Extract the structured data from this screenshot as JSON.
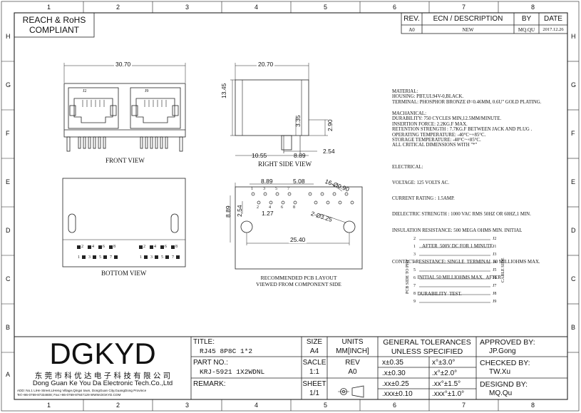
{
  "frame": {
    "columns": [
      "1",
      "2",
      "3",
      "4",
      "5",
      "6",
      "7",
      "8"
    ],
    "rows": [
      "H",
      "G",
      "F",
      "E",
      "D",
      "C",
      "B",
      "A"
    ]
  },
  "reach_box": {
    "line1": "REACH & RoHS",
    "line2": "COMPLIANT"
  },
  "revision": {
    "headers": [
      "REV.",
      "ECN / DESCRIPTION",
      "BY",
      "DATE"
    ],
    "row": [
      "A0",
      "NEW",
      "MQ.QU",
      "2017.12.26"
    ]
  },
  "views": {
    "front": {
      "label": "FRONT VIEW",
      "width_dim": "30.70",
      "port_labels": [
        "J2",
        "J9"
      ]
    },
    "side": {
      "label": "RIGHT SIDE VIEW",
      "dims": [
        "20.70",
        "13.45",
        "3.35",
        "2.90",
        "10.55",
        "8.89",
        "2.54"
      ]
    },
    "bottom": {
      "label": "BOTTOM VIEW",
      "pins_top": [
        "2",
        "4",
        "6",
        "8",
        "2",
        "4",
        "6",
        "8"
      ],
      "pins_bot": [
        "1",
        "3",
        "5",
        "7",
        "1",
        "3",
        "5",
        "7"
      ]
    },
    "pcb": {
      "label_line1": "RECOMMENDED PCB LAYOUT",
      "label_line2": "VIEWED FROM COMPONENT SIDE",
      "dims": [
        "8.89",
        "5.08",
        "16-Ø0.90",
        "8.89",
        "2.54",
        "1.27",
        "2-Ø3.25",
        "25.40"
      ],
      "pins_top": [
        "1",
        "3",
        "5",
        "7"
      ],
      "pins_bot": [
        "2",
        "4",
        "6",
        "8"
      ]
    }
  },
  "notes": {
    "material": [
      "MATERIAL:",
      "HOUSING: PBT,UL94V-0,BLACK.",
      "TERMINAL: PHOSPHOR BRONZE  Ø=0.46MM, 0.6U\" GOLD PLATING."
    ],
    "mechanical": [
      "MACHANICAL:",
      "DURABILITY: 750 CYCLES MIN,12.5MM/MINUTE.",
      "INSERTION FORCE: 2.2KG.F MAX.",
      "RETENTION STRENGTH : 7.7KG.F BETWEEN JACK AND PLUG .",
      "OPERATING TEMPERATURE: -40°C~+85°C.",
      "STORAGE TEMPERATURE:  -40°C~+85°C.",
      "ALL CRITICAL DIMENSIONS WITH \"*\""
    ],
    "electrical": [
      "ELECTRICAL:",
      "VOLTAGE: 125 VOLTS AC.",
      "CURRENT RATING : 1.5AMP.",
      "DIELECTRIC STRENGTH : 1000 VAC RMS 50HZ OR 60HZ,1 MIN.",
      "INSULATION RESISTANCE: 500 MEGA OHMS MIN. INITIAL",
      "                         AFTER  500V DC FOR 1 MINUTE.",
      "CONTACT RESISTANCE: SINGLE  TERMINAL 30 MILLIOHMS MAX.",
      "                     INITIAL 50 MILLIOHMS MAX.  AFTER",
      "                     DURABILITY  TEST."
    ]
  },
  "schematic": {
    "left_pins": [
      "2",
      "1",
      "3",
      "4",
      "5",
      "6",
      "7",
      "8",
      "9"
    ],
    "right_pins": [
      "J2",
      "J1",
      "J3",
      "J4",
      "J5",
      "J6",
      "J7",
      "J8",
      "J9"
    ],
    "left_label": "PCB SIDE TO PHY",
    "right_label": "CABLE SIDE"
  },
  "title_block": {
    "logo": "DGKYD",
    "company_cn": "东 莞 市 科 优 达 电 子 科 技 有 限 公 司",
    "company_en": "Dong Guan Ke You Da Electronic Tech.Co.,Ltd",
    "address": "ADD: No.1 LiHe Street,LiHeng Village,Qingxi town, DongGuan City,GuangDong Province",
    "contact": "Tel:+86-0769-87334608; Fax:+86-0769-87847129  WWW.DGKYD.COM",
    "title_label": "TITLE:",
    "title_value": "RJ45  8P8C  1*2",
    "part_label": "PART NO.:",
    "part_value": "KRJ-5921  1X2WDNL",
    "remark_label": "REMARK:",
    "size_label": "SIZE",
    "size_value": "A4",
    "units_label": "UNITS",
    "units_value": "MM[INCH]",
    "scale_label": "SACLE",
    "scale_value": "1:1",
    "rev_label": "REV",
    "rev_value": "A0",
    "sheet_label": "SHEET",
    "sheet_value": "1/1",
    "tolerance_title1": "GENERAL TOLERANCES",
    "tolerance_title2": "UNLESS SPECIFIED",
    "tolerances": [
      [
        "x±0.35",
        "x°±3.0°"
      ],
      [
        ".x±0.30",
        ".x°±2.0°"
      ],
      [
        ".xx±0.25",
        ".xx°±1.5°"
      ],
      [
        ".xxx±0.10",
        ".xxx°±1.0°"
      ]
    ],
    "approved_label": "APPROVED BY:",
    "approved_value": "JP.Gong",
    "checked_label": "CHECKED BY:",
    "checked_value": "TW.Xu",
    "designed_label": "DESIGND BY:",
    "designed_value": "MQ.Qu"
  }
}
